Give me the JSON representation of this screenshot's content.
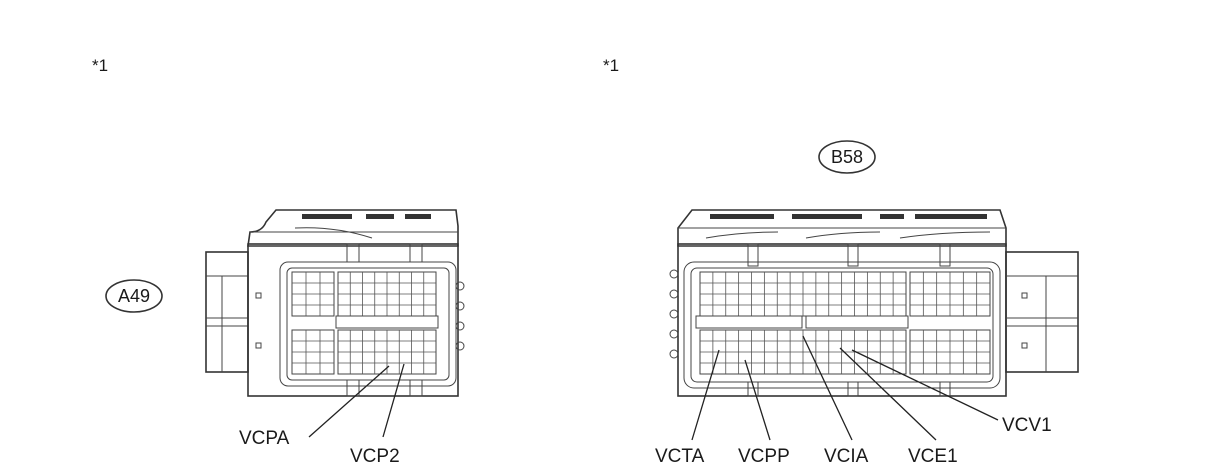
{
  "diagram": {
    "left": {
      "note": "*1",
      "connector": "A49",
      "pins": [
        "VCPA",
        "VCP2"
      ]
    },
    "right": {
      "note": "*1",
      "connector": "B58",
      "pins": [
        "VCTA",
        "VCPP",
        "VCIA",
        "VCE1",
        "VCV1"
      ]
    }
  }
}
